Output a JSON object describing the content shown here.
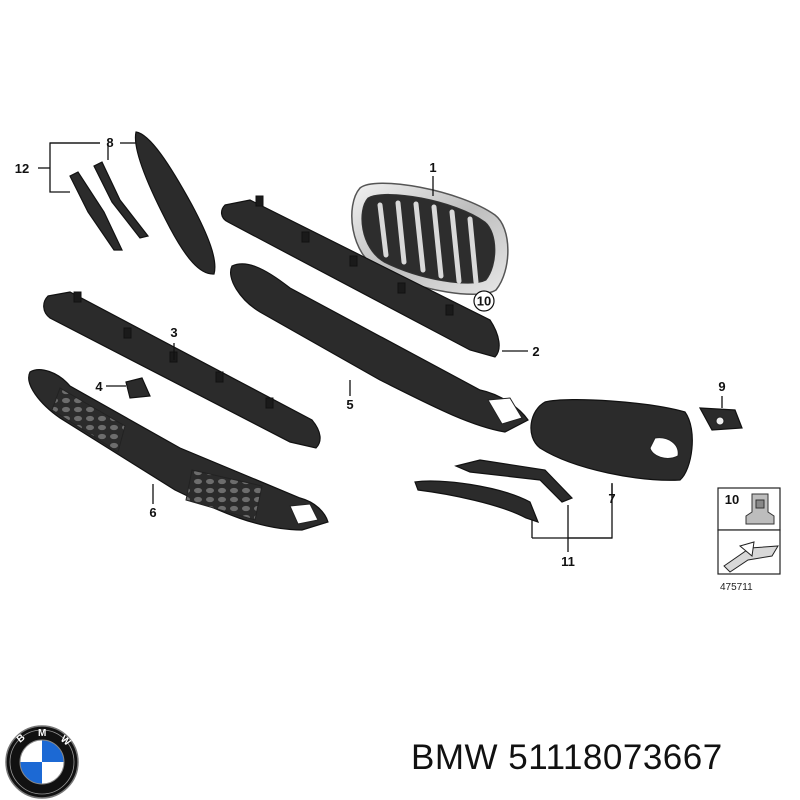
{
  "callouts": {
    "c1": "1",
    "c2": "2",
    "c3": "3",
    "c4": "4",
    "c5": "5",
    "c6": "6",
    "c7": "7",
    "c8": "8",
    "c9": "9",
    "c10": "10",
    "c11": "11",
    "c12": "12"
  },
  "legend": {
    "clip_number": "10",
    "diagram_number": "475711"
  },
  "footer": {
    "brand": "BMW",
    "part_number": "51118073667",
    "text": "BMW 51118073667"
  },
  "logo": {
    "lettering": "BMW",
    "colors": {
      "ring": "#111111",
      "blue": "#1c69d4",
      "white": "#ffffff"
    }
  }
}
